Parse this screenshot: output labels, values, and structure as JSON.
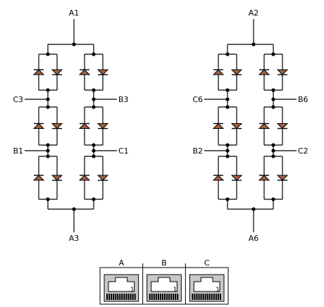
{
  "bridges": [
    {
      "top": "A1",
      "bottom": "A3",
      "left_upper": "C3",
      "right_upper": "B3",
      "left_lower": "B1",
      "right_lower": "C1"
    },
    {
      "top": "A2",
      "bottom": "A6",
      "left_upper": "C6",
      "right_upper": "B6",
      "left_lower": "B2",
      "right_lower": "C2"
    }
  ],
  "connector": {
    "ports": [
      {
        "label": "A",
        "pin": "1"
      },
      {
        "label": "B",
        "pin": "1"
      },
      {
        "label": "C",
        "pin": "1"
      }
    ]
  },
  "colors": {
    "diode_fill": "#a0603a",
    "jack_body": "#c8c8c8",
    "jack_dark": "#8a8a8a",
    "line": "#000000"
  }
}
